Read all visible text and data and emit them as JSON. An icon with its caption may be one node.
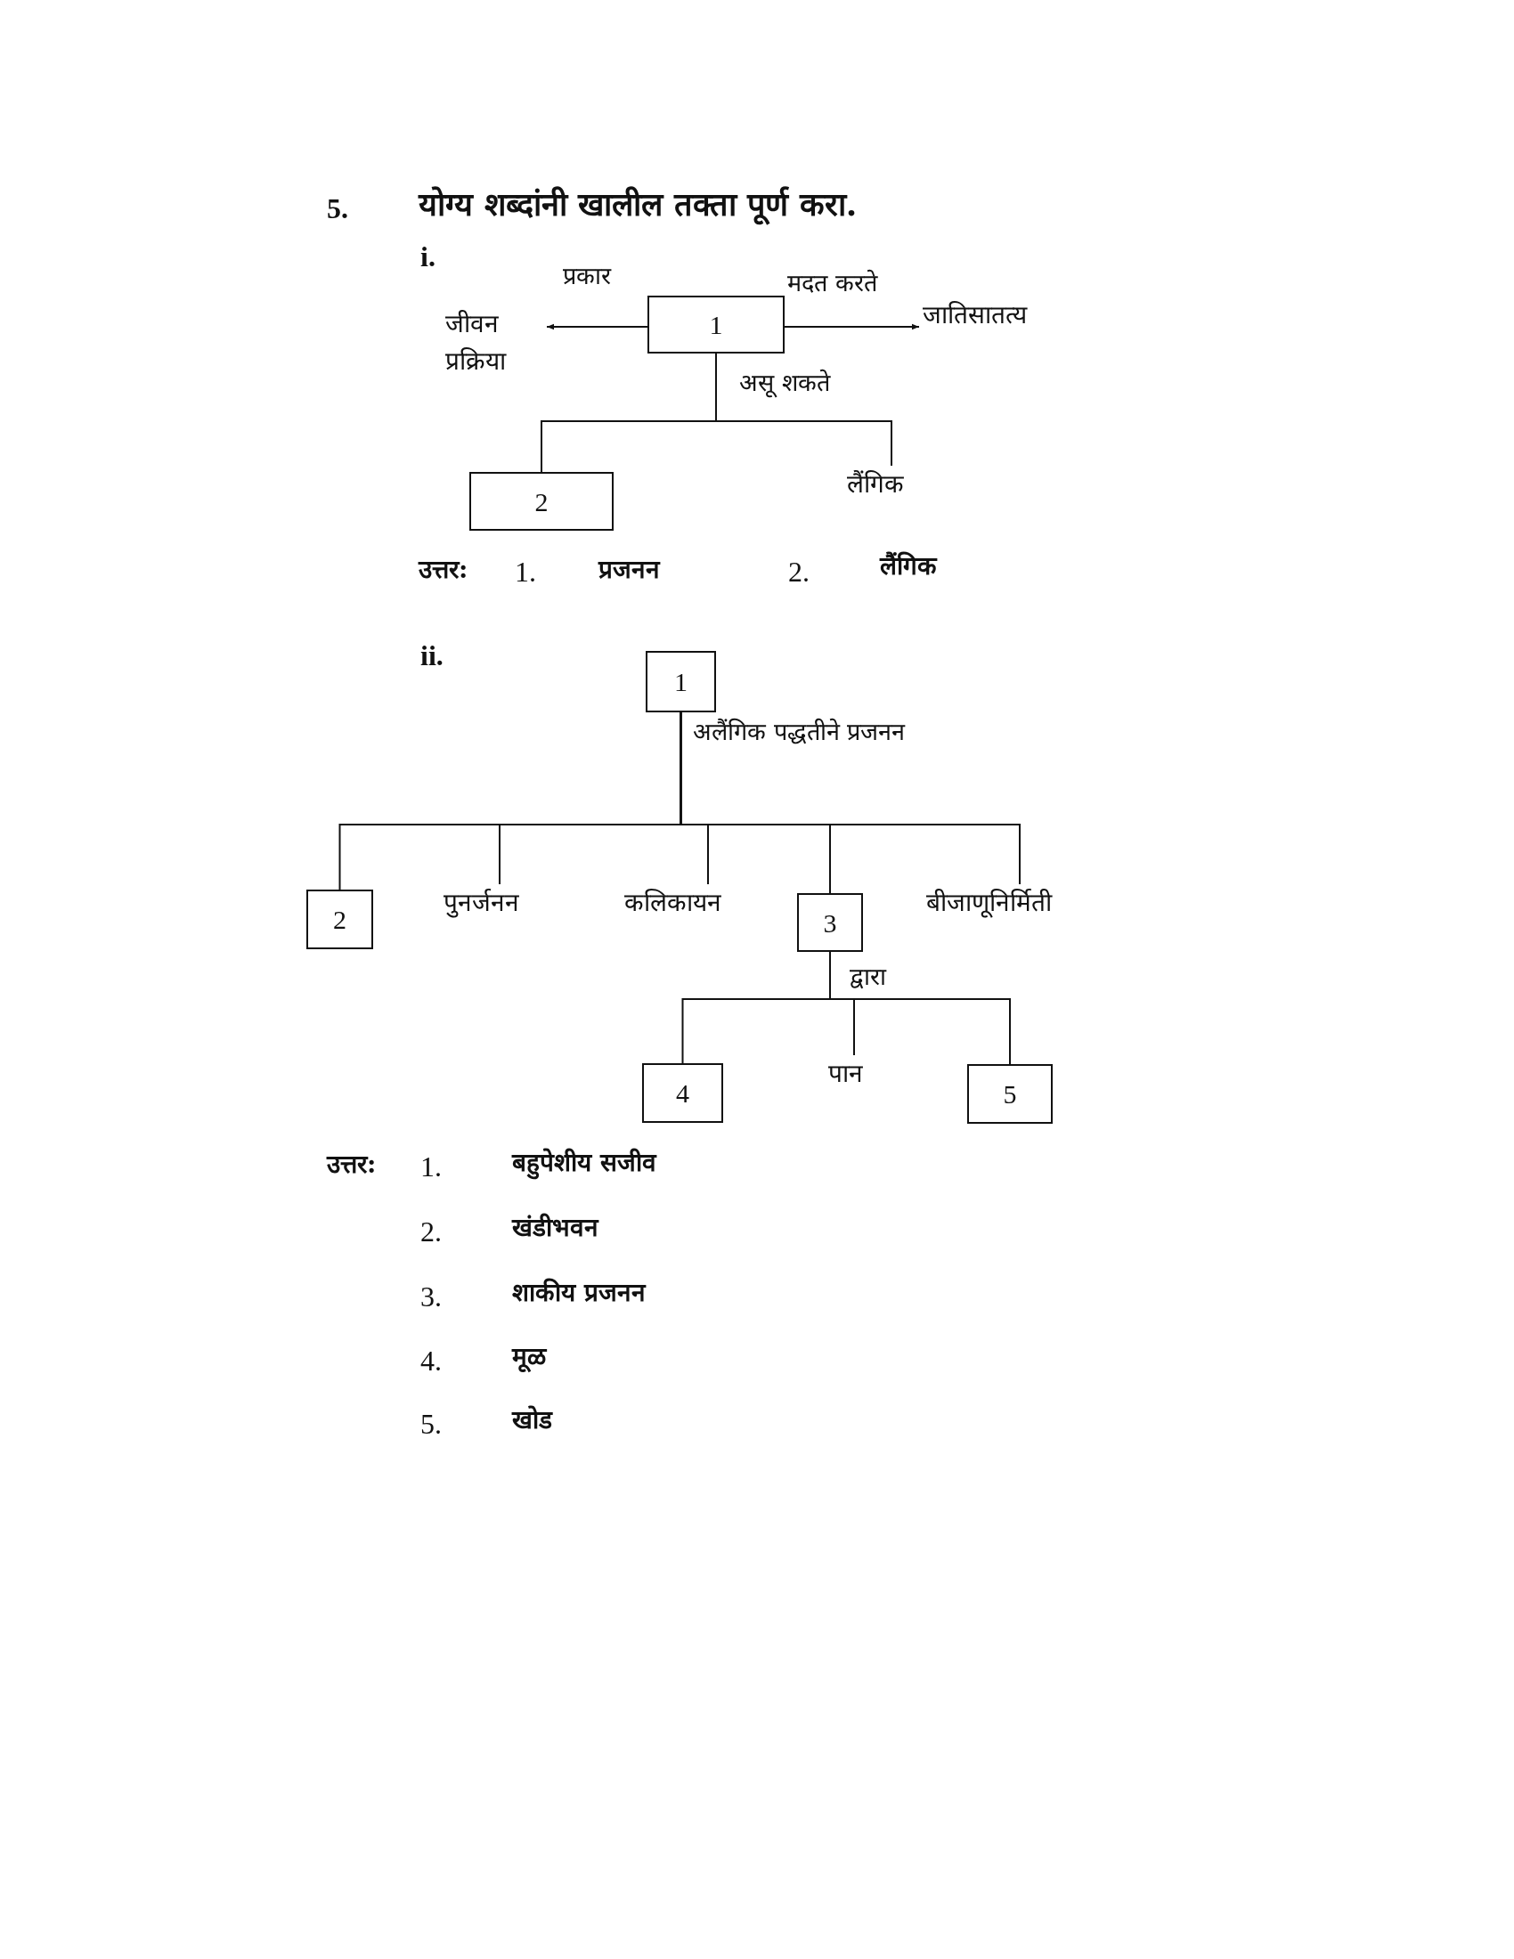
{
  "diagram": {
    "title": "योग्य शब्दांनी खालील तक्ता पूर्ण करा.",
    "nodes": [
      {
        "text": [
          "जीवन प्रक्रिया"
        ]
      },
      {
        "text": [
          "1"
        ]
      },
      {
        "text": [
          "जातिसातत्य"
        ]
      },
      {
        "text": [
          "2"
        ]
      },
      {
        "text": [
          "लैंगिक"
        ]
      },
      {
        "text": [
          "1"
        ]
      },
      {
        "text": [
          "2"
        ]
      },
      {
        "text": [
          "पुनर्जनन"
        ]
      },
      {
        "text": [
          "कलिकायन"
        ]
      },
      {
        "text": [
          "3"
        ]
      },
      {
        "text": [
          "बीजाणूनिर्मिती"
        ]
      },
      {
        "text": [
          "4"
        ]
      },
      {
        "text": [
          "पान"
        ]
      },
      {
        "text": [
          "5"
        ]
      }
    ],
    "edges": [
      {
        "from": 1,
        "to": 0,
        "arrow": "to",
        "label": "प्रकार"
      },
      {
        "from": 1,
        "to": 2,
        "arrow": "to",
        "label": "मदत करते"
      },
      {
        "from": 1,
        "to": 3,
        "arrow": "none",
        "label": "असू शकते"
      },
      {
        "from": 1,
        "to": 4,
        "arrow": "none"
      },
      {
        "from": 5,
        "to": 6,
        "arrow": "none",
        "label": "अलैंगिक पद्धतीने प्रजनन"
      },
      {
        "from": 5,
        "to": 7,
        "arrow": "none"
      },
      {
        "from": 5,
        "to": 8,
        "arrow": "none"
      },
      {
        "from": 5,
        "to": 9,
        "arrow": "none"
      },
      {
        "from": 5,
        "to": 10,
        "arrow": "none"
      },
      {
        "from": 9,
        "to": 11,
        "arrow": "none",
        "label": "द्वारा"
      },
      {
        "from": 9,
        "to": 12,
        "arrow": "none"
      },
      {
        "from": 9,
        "to": 13,
        "arrow": "none"
      }
    ],
    "labels": [
      "5.",
      "i.",
      "उत्तर:",
      "1.",
      "प्रजनन",
      "2.",
      "लैंगिक",
      "ii.",
      "उत्तर:",
      "1.",
      "बहुपेशीय सजीव",
      "2.",
      "खंडीभवन",
      "3.",
      "शाकीय प्रजनन",
      "4.",
      "मूळ",
      "5.",
      "खोड"
    ]
  }
}
